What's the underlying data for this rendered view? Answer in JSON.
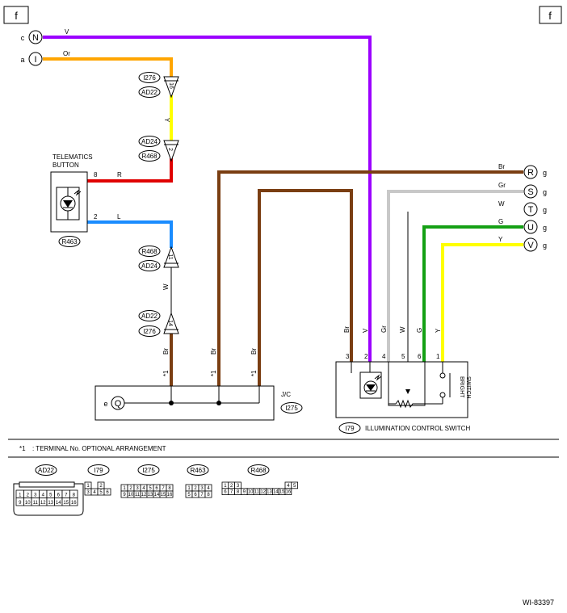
{
  "page": {
    "corner_left": "f",
    "corner_right": "f",
    "ref_number": "WI-83397"
  },
  "colors": {
    "violet": "#9b00ff",
    "orange": "#ffa500",
    "yellow": "#ffff00",
    "red": "#e00000",
    "blue": "#1a8cff",
    "brown": "#7a3e12",
    "gray": "#c8c8c8",
    "green": "#14a014"
  },
  "left_connectors": [
    {
      "prefix": "c",
      "letter": "N",
      "wire": "V"
    },
    {
      "prefix": "a",
      "letter": "I",
      "wire": "Or"
    }
  ],
  "right_connectors": [
    {
      "letter": "R",
      "suffix": "g",
      "wire": "Br"
    },
    {
      "letter": "S",
      "suffix": "g",
      "wire": "Gr"
    },
    {
      "letter": "T",
      "suffix": "g",
      "wire": "W"
    },
    {
      "letter": "U",
      "suffix": "g",
      "wire": "G"
    },
    {
      "letter": "V",
      "suffix": "g",
      "wire": "Y"
    }
  ],
  "left_branch": {
    "wire_y": "Y",
    "wire_w": "W",
    "connector_tags": [
      "I276",
      "AD22",
      "AD24",
      "R468",
      "R468",
      "AD24",
      "AD22",
      "I276"
    ],
    "pin_labels": [
      "16",
      "2",
      "11",
      "14"
    ]
  },
  "telematics": {
    "title_line1": "TELEMATICS",
    "title_line2": "BUTTON",
    "pin_top": "8",
    "wire_top": "R",
    "pin_bottom": "2",
    "wire_bottom": "L",
    "tag": "R463"
  },
  "jc": {
    "label": "J/C",
    "tag": "I275",
    "ground_letter": "Q",
    "ground_prefix": "e",
    "wires": [
      "Br",
      "Br",
      "Br"
    ],
    "star_labels": [
      "*1",
      "*1",
      "*1"
    ]
  },
  "illumination_switch": {
    "tag": "I79",
    "name": "ILLUMINATION CONTROL SWITCH",
    "bright_switch_line1": "BRIGHT",
    "bright_switch_line2": "SWITCH",
    "pins": [
      "3",
      "2",
      "4",
      "5",
      "6",
      "1"
    ],
    "wires": [
      "Br",
      "V",
      "Gr",
      "W",
      "G",
      "Y"
    ]
  },
  "footnote": {
    "mark": "*1",
    "text": ": TERMINAL No. OPTIONAL ARRANGEMENT"
  },
  "connector_views": [
    {
      "tag": "AD22",
      "rows": [
        [
          "1",
          "2",
          "3",
          "4",
          "5",
          "6",
          "7",
          "8"
        ],
        [
          "9",
          "10",
          "11",
          "12",
          "13",
          "14",
          "15",
          "16"
        ]
      ]
    },
    {
      "tag": "I79",
      "rows": [
        [
          "1",
          "",
          "2"
        ],
        [
          "3",
          "4",
          "5",
          "6"
        ]
      ]
    },
    {
      "tag": "I275",
      "rows": [
        [
          "1",
          "2",
          "3",
          "4",
          "5",
          "6",
          "7",
          "8"
        ],
        [
          "9",
          "10",
          "11",
          "12",
          "13",
          "14",
          "15",
          "16"
        ]
      ]
    },
    {
      "tag": "R463",
      "rows": [
        [
          "1",
          "2",
          "3",
          "4"
        ],
        [
          "5",
          "6",
          "7",
          "8"
        ]
      ]
    },
    {
      "tag": "R468",
      "rows": [
        [
          "1",
          "2",
          "3",
          "",
          "",
          "",
          "",
          "",
          "",
          "",
          "4",
          "5"
        ],
        [
          "6",
          "7",
          "8",
          "9",
          "10",
          "11",
          "12",
          "13",
          "14",
          "15",
          "16"
        ]
      ]
    }
  ]
}
